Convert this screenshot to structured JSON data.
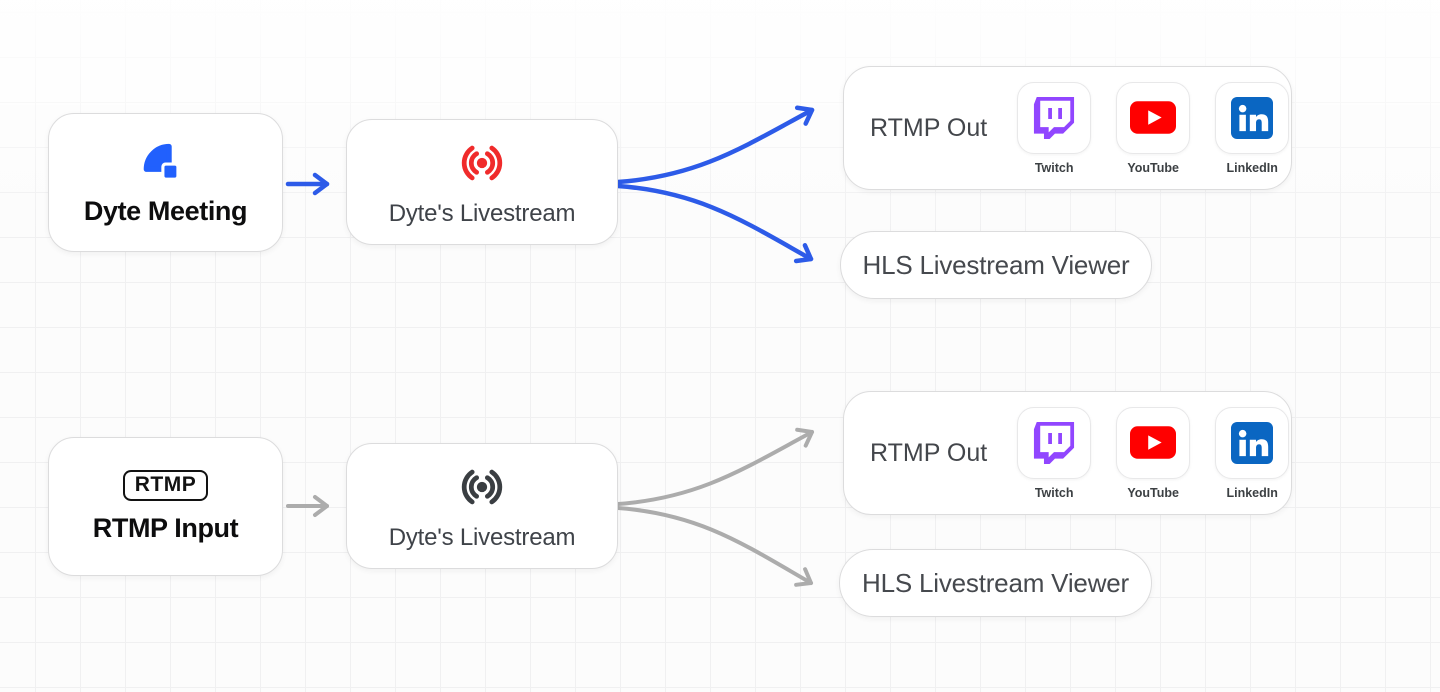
{
  "colors": {
    "flow_active": "#2D5BE8",
    "flow_inactive": "#ACACAC",
    "dyte_blue": "#2160FD",
    "live_red": "#F02B2B",
    "live_dark": "#3A3E42",
    "twitch": "#9146FF",
    "youtube": "#FF0000",
    "linkedin": "#0A66C2"
  },
  "flows": [
    {
      "id": "dyte-meeting-flow",
      "source": {
        "label": "Dyte Meeting"
      },
      "stream": {
        "label": "Dyte's Livestream"
      },
      "rtmp_out": {
        "label": "RTMP Out",
        "destinations": [
          {
            "name": "Twitch"
          },
          {
            "name": "YouTube"
          },
          {
            "name": "LinkedIn"
          }
        ]
      },
      "hls": {
        "label": "HLS Livestream Viewer"
      }
    },
    {
      "id": "rtmp-input-flow",
      "source": {
        "label": "RTMP Input",
        "badge": "RTMP"
      },
      "stream": {
        "label": "Dyte's Livestream"
      },
      "rtmp_out": {
        "label": "RTMP Out",
        "destinations": [
          {
            "name": "Twitch"
          },
          {
            "name": "YouTube"
          },
          {
            "name": "LinkedIn"
          }
        ]
      },
      "hls": {
        "label": "HLS Livestream Viewer"
      }
    }
  ]
}
